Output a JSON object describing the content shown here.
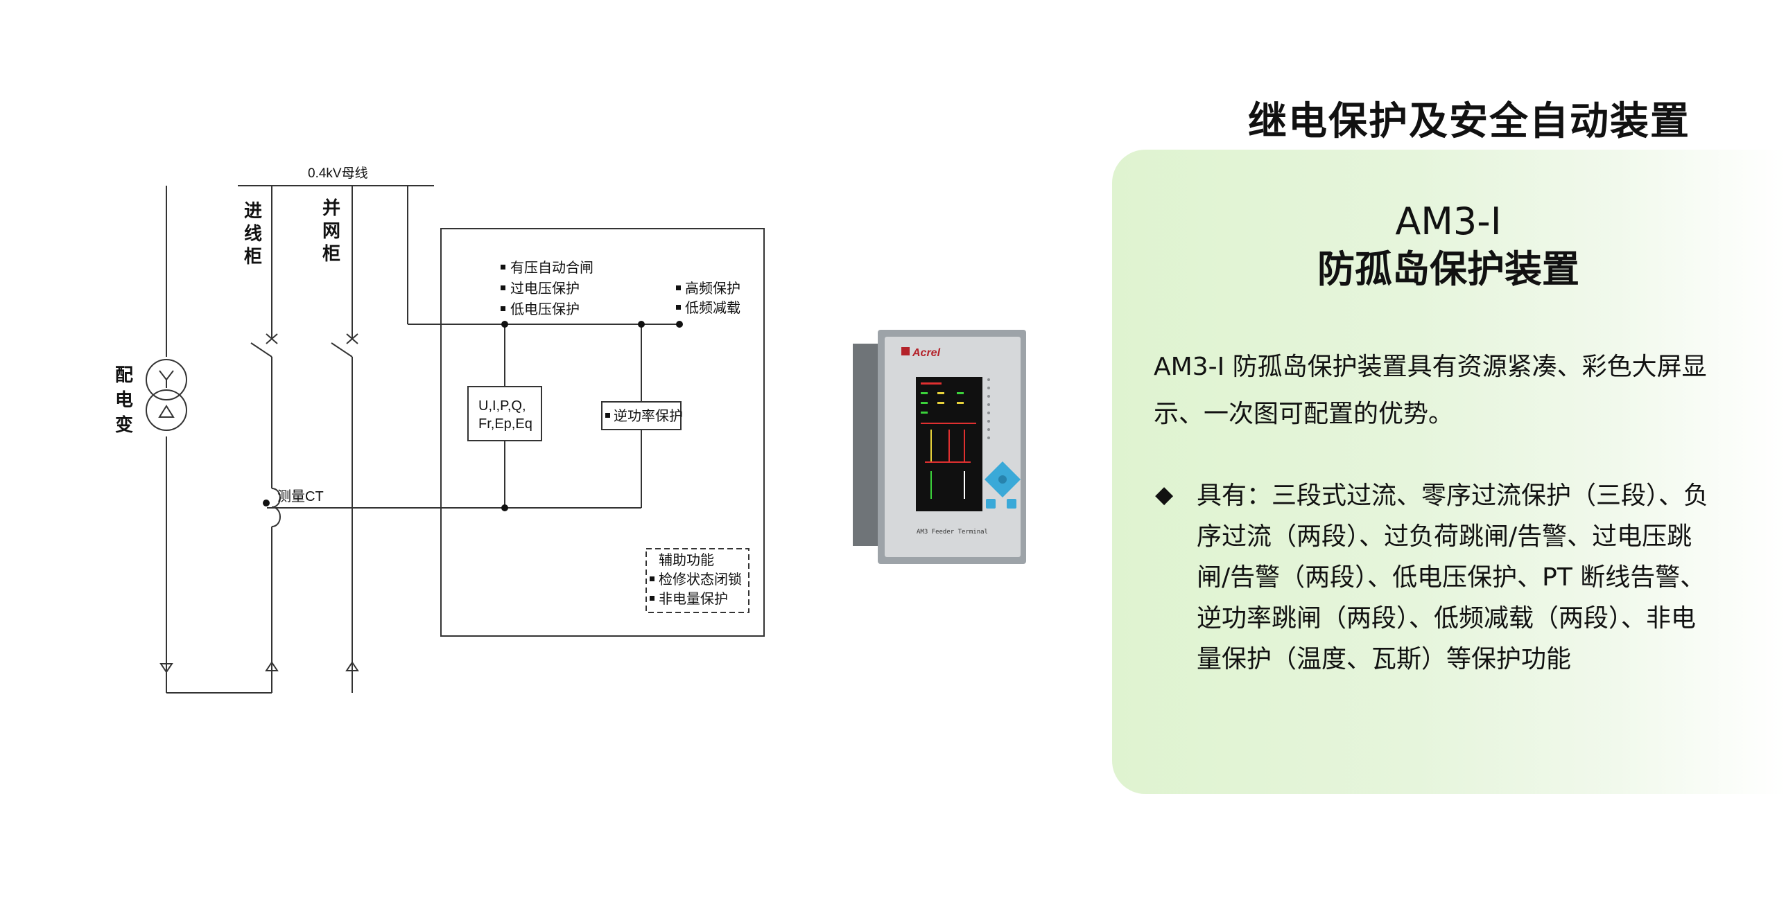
{
  "page": {
    "title": "继电保护及安全自动装置"
  },
  "card": {
    "model": "AM3-I",
    "name": "防孤岛保护装置",
    "description": "AM3-I 防孤岛保护装置具有资源紧凑、彩色大屏显示、一次图可配置的优势。",
    "bullet_icon": "diamond-bullet-icon",
    "features": "具有：三段式过流、零序过流保护（三段）、负序过流（两段）、过负荷跳闸/告警、过电压跳闸/告警（两段）、低电压保护、PT 断线告警、逆功率跳闸（两段）、低频减载（两段）、非电量保护（温度、瓦斯）等保护功能"
  },
  "diagram": {
    "bus_label": "0.4kV母线",
    "transformer_label": [
      "配",
      "电",
      "变"
    ],
    "incoming_cabinet_label": [
      "进",
      "线",
      "柜"
    ],
    "grid_cabinet_label": [
      "并",
      "网",
      "柜"
    ],
    "ct_label": "测量CT",
    "protections_left": [
      "有压自动合闸",
      "过电压保护",
      "低电压保护"
    ],
    "protections_right": [
      "高频保护",
      "低频减载"
    ],
    "measure_box": [
      "U,I,P,Q,",
      "Fr,Ep,Eq"
    ],
    "reverse_power_box": "逆功率保护",
    "aux": {
      "title": "辅助功能",
      "items": [
        "检修状态闭锁",
        "非电量保护"
      ]
    }
  },
  "device": {
    "brand": "Acrel",
    "front_label": "AM3 Feeder Terminal",
    "colors": {
      "housing": "#9da3a8",
      "frame": "#d6d8da",
      "screen": "#101010",
      "keypad": "#3aa9d8"
    }
  }
}
